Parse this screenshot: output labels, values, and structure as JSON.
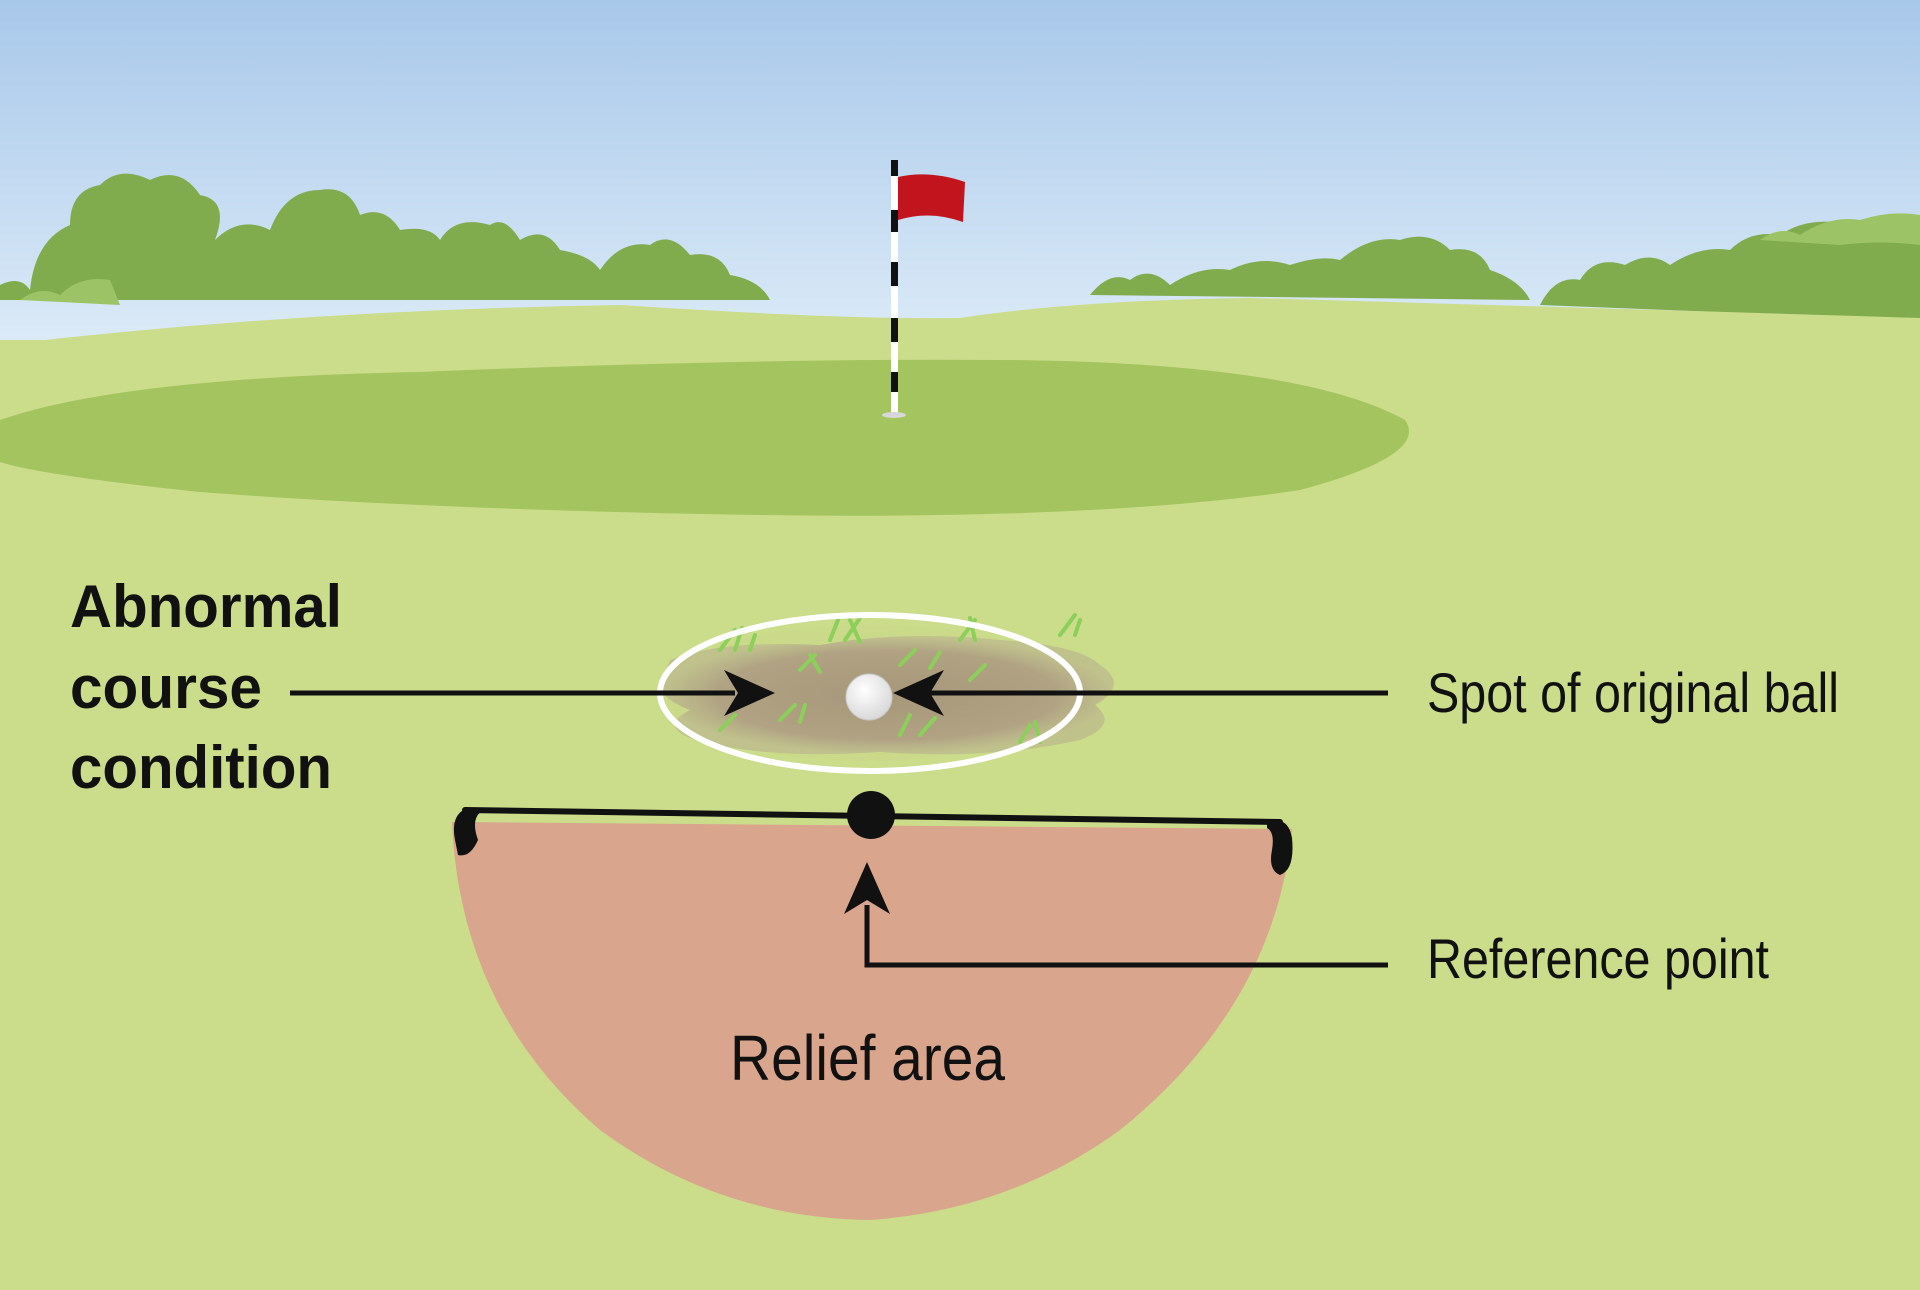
{
  "labels": {
    "abnormal_line1": "Abnormal",
    "abnormal_line2": "course",
    "abnormal_line3": "condition",
    "spot_of_original_ball": "Spot of original ball",
    "reference_point": "Reference point",
    "relief_area": "Relief area"
  },
  "colors": {
    "sky_top": "#a8c8ea",
    "sky_bottom": "#dbeaf7",
    "trees": "#80ac4e",
    "trees_light": "#9cc466",
    "fairway": "#cbdc8a",
    "green": "#a3c45e",
    "flag": "#c1141c",
    "relief_area": "#d9a58d",
    "patch": "#ad9f82",
    "line": "#111111"
  },
  "icons": [
    "flagstick-icon",
    "golf-ball-icon"
  ]
}
